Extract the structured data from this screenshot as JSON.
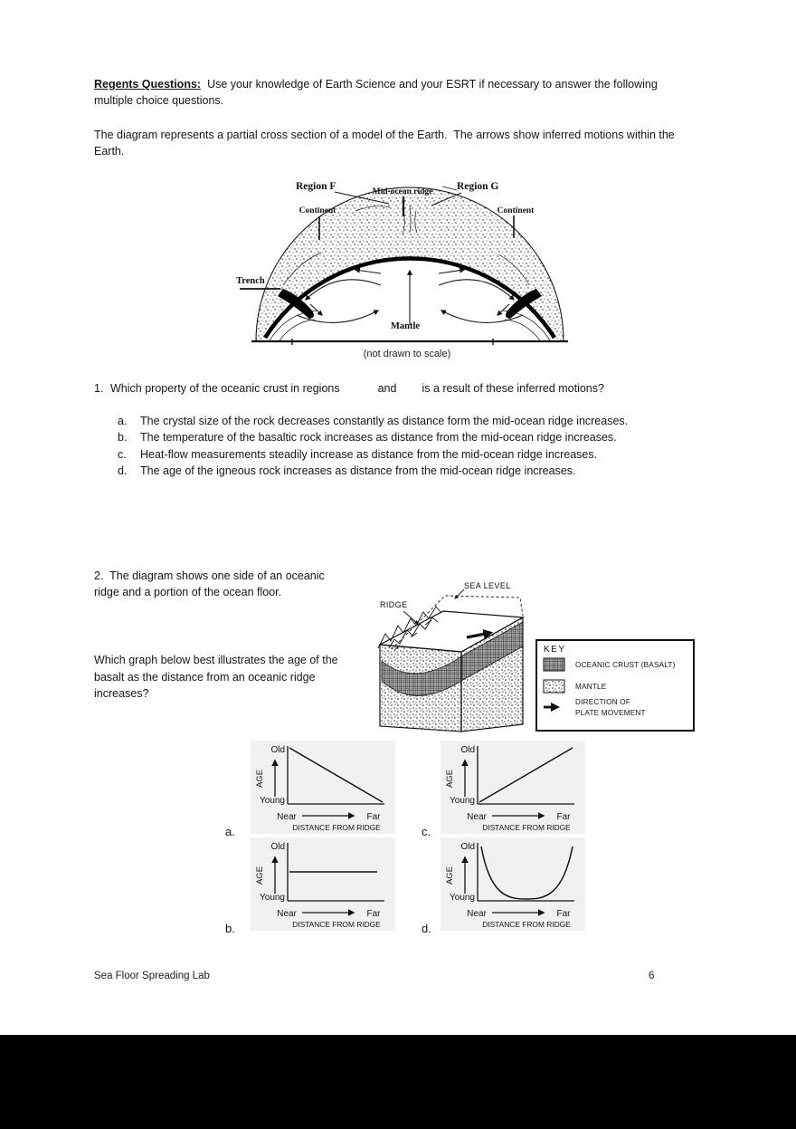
{
  "intro": {
    "heading": "Regents Questions:",
    "heading_tail": "Use your knowledge of Earth Science and your ESRT if necessary to answer the following multiple choice questions.",
    "paragraph": "The diagram represents a partial cross section of a model of the Earth.  The arrows show inferred motions within the Earth."
  },
  "earth_diagram": {
    "region_f": "Region F",
    "mid_ocean_ridge": "Mid-ocean ridge",
    "region_g": "Region G",
    "continent_left": "Continent",
    "continent_right": "Continent",
    "trench": "Trench",
    "mantle": "Mantle",
    "caption": "(not drawn to scale)"
  },
  "question1": {
    "number": "1.",
    "stem_start": "Which property of the oceanic crust in regions",
    "stem_mid": "and",
    "stem_end": "is a result of these inferred motions?",
    "choices": [
      {
        "letter": "a.",
        "text": "The crystal size of the rock decreases constantly as distance form the mid-ocean ridge increases."
      },
      {
        "letter": "b.",
        "text": "The temperature of the basaltic rock increases as distance from the mid-ocean ridge increases."
      },
      {
        "letter": "c.",
        "text": "Heat-flow measurements steadily increase as distance from the mid-ocean ridge increases."
      },
      {
        "letter": "d.",
        "text": "The age of the igneous rock increases as distance from the mid-ocean ridge increases."
      }
    ]
  },
  "question2": {
    "intro": "2.  The diagram shows one side of an oceanic ridge and a portion of the ocean floor.",
    "prompt": "Which graph below best illustrates the age of the basalt as the distance from an oceanic ridge increases?",
    "block_diagram": {
      "ridge": "RIDGE",
      "sea_level": "SEA LEVEL"
    },
    "key": {
      "title": "KEY",
      "item1": "OCEANIC CRUST (BASALT)",
      "item2": "MANTLE",
      "item3_line1": "DIRECTION OF",
      "item3_line2": "PLATE MOVEMENT"
    }
  },
  "graph_labels": {
    "old": "Old",
    "young": "Young",
    "age": "AGE",
    "near": "Near",
    "far": "Far",
    "x_title": "DISTANCE FROM RIDGE",
    "letters": {
      "a": "a.",
      "b": "b.",
      "c": "c.",
      "d": "d."
    }
  },
  "chart_data": [
    {
      "type": "line",
      "option": "a",
      "xlabel": "DISTANCE FROM RIDGE",
      "ylabel": "AGE",
      "x_range": [
        "Near",
        "Far"
      ],
      "y_range": [
        "Young",
        "Old"
      ],
      "relationship": "decreasing-linear",
      "description": "Age starts Old near the ridge and decreases linearly to Young far from the ridge."
    },
    {
      "type": "line",
      "option": "c",
      "xlabel": "DISTANCE FROM RIDGE",
      "ylabel": "AGE",
      "x_range": [
        "Near",
        "Far"
      ],
      "y_range": [
        "Young",
        "Old"
      ],
      "relationship": "increasing-linear",
      "description": "Age starts Young near the ridge and increases linearly to Old far from the ridge."
    },
    {
      "type": "line",
      "option": "b",
      "xlabel": "DISTANCE FROM RIDGE",
      "ylabel": "AGE",
      "x_range": [
        "Near",
        "Far"
      ],
      "y_range": [
        "Young",
        "Old"
      ],
      "relationship": "constant",
      "description": "Age remains constant at a middle value as distance from the ridge increases."
    },
    {
      "type": "line",
      "option": "d",
      "xlabel": "DISTANCE FROM RIDGE",
      "ylabel": "AGE",
      "x_range": [
        "Near",
        "Far"
      ],
      "y_range": [
        "Young",
        "Old"
      ],
      "relationship": "u-shaped",
      "description": "Age starts Old, drops to Young at middle distances, then rises back to Old."
    }
  ],
  "footer": {
    "left": "Sea Floor Spreading Lab",
    "page_number": "6"
  },
  "colors": {
    "ink": "#161616",
    "graph_bg": "#f2f1f0",
    "page_bg": "#ffffff",
    "bottom_band": "#000000"
  }
}
